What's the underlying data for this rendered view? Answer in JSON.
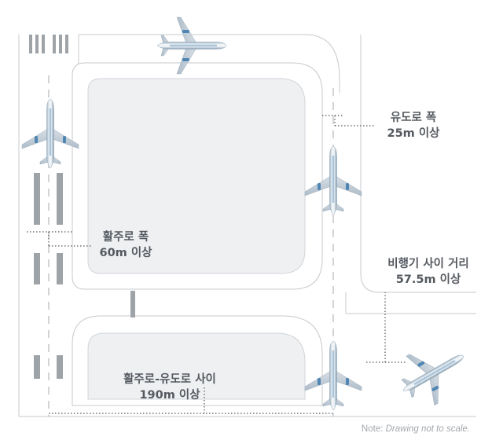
{
  "labels": {
    "taxiway_width": {
      "title": "유도로 폭",
      "value": "25m 이상"
    },
    "runway_width": {
      "title": "활주로 폭",
      "value": "60m 이상"
    },
    "aircraft_separation": {
      "title": "비행기 사이 거리",
      "value": "57.5m 이상"
    },
    "runway_taxiway_separation": {
      "title": "활주로-유도로 사이",
      "value": "190m 이상"
    }
  },
  "note": {
    "prefix": "Note: ",
    "text": "Drawing not to scale."
  },
  "colors": {
    "pavement": "#ffffff",
    "grass": "#eef0f2",
    "edge_line": "#c5c9cd",
    "centerline": "#b4b8bc",
    "marking": "#9ea3a8",
    "dimension_line": "#4f5459",
    "label_text": "#555a60",
    "note_text": "#a3a7ab",
    "aircraft_body": "#dde3e8",
    "aircraft_accent": "#5a8fb8"
  },
  "icons": [
    "airplane-icon"
  ]
}
